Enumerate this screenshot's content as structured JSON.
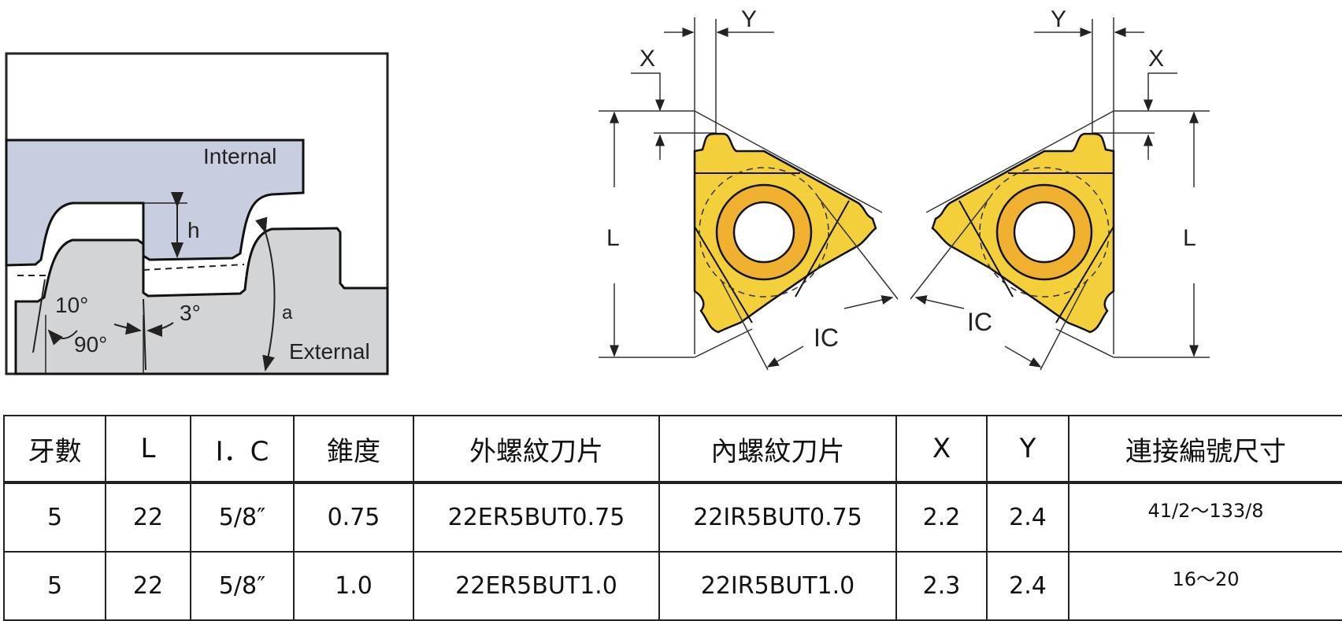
{
  "profile_diagram": {
    "internal_label": "Internal",
    "external_label": "External",
    "h_label": "h",
    "a_label": "a",
    "angle_10": "10°",
    "angle_3": "3°",
    "angle_90": "90°",
    "colors": {
      "internal": "#c8cde0",
      "external": "#d3d4d6"
    }
  },
  "insert_diagrams": {
    "x_label": "X",
    "y_label": "Y",
    "l_label": "L",
    "ic_label": "IC",
    "colors": {
      "insert": "#f3cf3b",
      "ring": "#f0b030"
    }
  },
  "table": {
    "headers": [
      "牙數",
      "L",
      "I．C",
      "錐度",
      "外螺紋刀片",
      "內螺紋刀片",
      "X",
      "Y",
      "連接編號尺寸"
    ],
    "rows": [
      [
        "5",
        "22",
        "5/8″",
        "0.75",
        "22ER5BUT0.75",
        "22IR5BUT0.75",
        "2.2",
        "2.4",
        "41/2～133/8"
      ],
      [
        "5",
        "22",
        "5/8″",
        "1.0",
        "22ER5BUT1.0",
        "22IR5BUT1.0",
        "2.3",
        "2.4",
        "16～20"
      ]
    ]
  }
}
